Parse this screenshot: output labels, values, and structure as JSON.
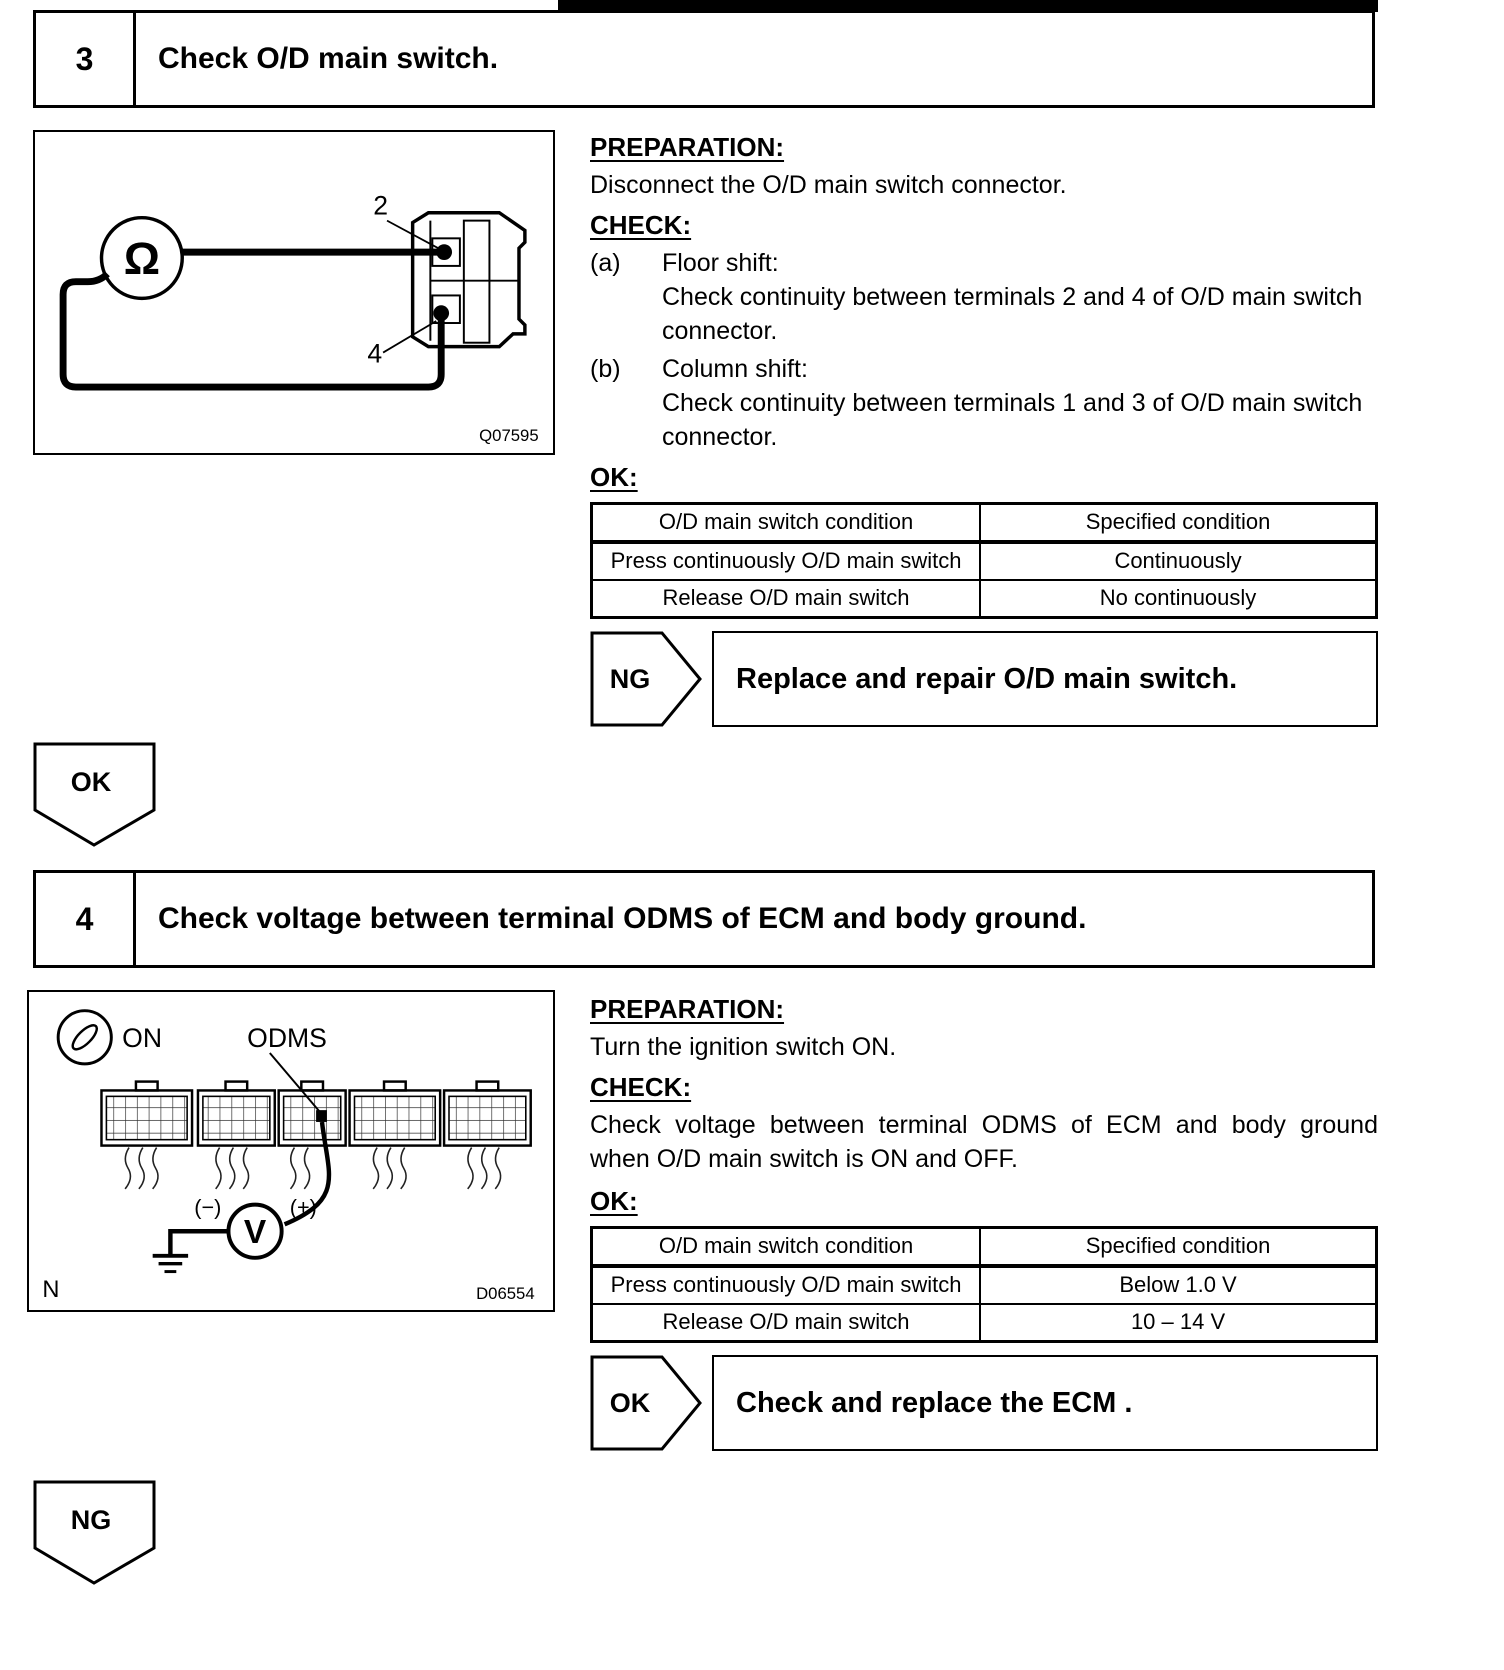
{
  "step3": {
    "number": "3",
    "title": "Check O/D main switch.",
    "figure": {
      "meter": "Ω",
      "terminal_top": "2",
      "terminal_bottom": "4",
      "figure_id": "Q07595"
    },
    "preparation_label": "PREPARATION:",
    "preparation_text": "Disconnect the O/D main switch connector.",
    "check_label": "CHECK:",
    "check_items": [
      {
        "marker": "(a)",
        "heading": "Floor shift:",
        "text": "Check continuity between terminals 2 and 4 of O/D main switch connector."
      },
      {
        "marker": "(b)",
        "heading": "Column shift:",
        "text": "Check continuity between terminals 1 and 3 of O/D main switch connector."
      }
    ],
    "ok_label": "OK:",
    "table": {
      "headers": [
        "O/D main switch condition",
        "Specified condition"
      ],
      "rows": [
        [
          "Press continuously O/D main switch",
          "Continuously"
        ],
        [
          "Release O/D main switch",
          "No continuously"
        ]
      ]
    },
    "result": {
      "badge": "NG",
      "action": "Replace and repair O/D main switch."
    }
  },
  "ok_connector": {
    "label": "OK"
  },
  "step4": {
    "number": "4",
    "title": "Check voltage between terminal ODMS of ECM and body ground.",
    "figure": {
      "ignition_label": "ON",
      "terminal_label": "ODMS",
      "meter": "V",
      "minus": "(−)",
      "plus": "(+)",
      "corner_label": "N",
      "figure_id": "D06554"
    },
    "preparation_label": "PREPARATION:",
    "preparation_text": "Turn the ignition switch ON.",
    "check_label": "CHECK:",
    "check_text": "Check voltage between terminal ODMS of ECM and body ground when O/D main switch is ON and OFF.",
    "ok_label": "OK:",
    "table": {
      "headers": [
        "O/D main switch condition",
        "Specified condition"
      ],
      "rows": [
        [
          "Press continuously O/D main switch",
          "Below 1.0 V"
        ],
        [
          "Release O/D main switch",
          "10 – 14 V"
        ]
      ]
    },
    "result": {
      "badge": "OK",
      "action": "Check and replace the ECM ."
    }
  },
  "ng_connector": {
    "label": "NG"
  }
}
